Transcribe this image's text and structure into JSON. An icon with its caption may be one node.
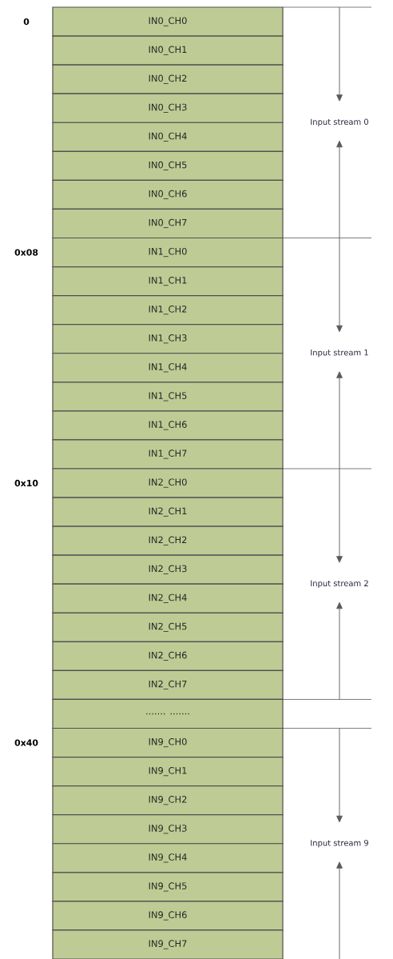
{
  "diagram": {
    "nodes": [
      {
        "text": [
          "IN0_CH0"
        ]
      },
      {
        "text": [
          "IN0_CH1"
        ]
      },
      {
        "text": [
          "IN0_CH2"
        ]
      },
      {
        "text": [
          "IN0_CH3"
        ]
      },
      {
        "text": [
          "IN0_CH4"
        ]
      },
      {
        "text": [
          "IN0_CH5"
        ]
      },
      {
        "text": [
          "IN0_CH6"
        ]
      },
      {
        "text": [
          "IN0_CH7"
        ]
      },
      {
        "text": [
          "IN1_CH0"
        ]
      },
      {
        "text": [
          "IN1_CH1"
        ]
      },
      {
        "text": [
          "IN1_CH2"
        ]
      },
      {
        "text": [
          "IN1_CH3"
        ]
      },
      {
        "text": [
          "IN1_CH4"
        ]
      },
      {
        "text": [
          "IN1_CH5"
        ]
      },
      {
        "text": [
          "IN1_CH6"
        ]
      },
      {
        "text": [
          "IN1_CH7"
        ]
      },
      {
        "text": [
          "IN2_CH0"
        ]
      },
      {
        "text": [
          "IN2_CH1"
        ]
      },
      {
        "text": [
          "IN2_CH2"
        ]
      },
      {
        "text": [
          "IN2_CH3"
        ]
      },
      {
        "text": [
          "IN2_CH4"
        ]
      },
      {
        "text": [
          "IN2_CH5"
        ]
      },
      {
        "text": [
          "IN2_CH6"
        ]
      },
      {
        "text": [
          "IN2_CH7"
        ]
      },
      {
        "text": [
          "....... ......."
        ]
      },
      {
        "text": [
          "IN9_CH0"
        ]
      },
      {
        "text": [
          "IN9_CH1"
        ]
      },
      {
        "text": [
          "IN9_CH2"
        ]
      },
      {
        "text": [
          "IN9_CH3"
        ]
      },
      {
        "text": [
          "IN9_CH4"
        ]
      },
      {
        "text": [
          "IN9_CH5"
        ]
      },
      {
        "text": [
          "IN9_CH6"
        ]
      },
      {
        "text": [
          "IN9_CH7"
        ]
      }
    ],
    "labels": [
      "0",
      "Input stream 0",
      "0x08",
      "Input stream 1",
      "0x10",
      "Input stream 2",
      "0x40",
      "Input stream 9"
    ]
  }
}
